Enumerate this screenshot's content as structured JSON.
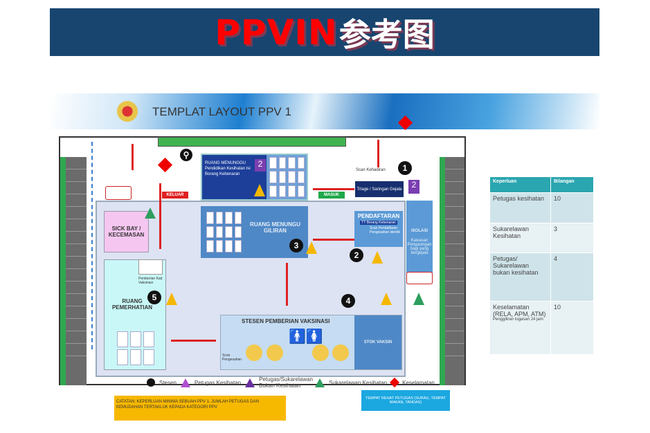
{
  "banner": {
    "title_latin": "PPVIN",
    "title_cn": "参考图"
  },
  "layout": {
    "title": "TEMPLAT LAYOUT PPV 1",
    "rooms": {
      "waiting_1": "RUANG MENUNGGU Pendidikan Kesihatan Isi Borang Kebenaran",
      "triage": "Triage / Saringan Gejala",
      "scan_attendance": "Scan Kehadiran",
      "masuk": "MASUK",
      "keluar": "KELUAR",
      "registration": "PENDAFTARAN",
      "registration_sub": "TT Borang Kebenaran",
      "registration_scan": "Scan Pendaftaran Pengesahan identiti",
      "isolation": "ISOLASI",
      "isolation_sub": "Kawasan Pengasingan bagi yang bergejala",
      "sick_bay": "SICK BAY / KECEMASAN",
      "waiting_turn": "RUANG MENUNGU GILIRAN",
      "observation": "RUANG PEMERHATIAN",
      "vaccine_card": "Pemberian Kad Vaksinasi",
      "vaccination": "STESEN PEMBERIAN VAKSINASI",
      "scan_verify": "Scan Pengesahan",
      "stock": "STOK VAKSIN"
    },
    "station_numbers": [
      "1",
      "2",
      "3",
      "4",
      "5"
    ],
    "badge_2": "2",
    "legend": [
      {
        "label": "Stesen",
        "shape": "circle",
        "color": "#111111"
      },
      {
        "label": "Petugas Kesihatan",
        "shape": "triangle",
        "color": "#b04fd0"
      },
      {
        "label": "Petugas/Sukarelawan Bukan Kesihatan",
        "shape": "triangle",
        "color": "#6a2fa0"
      },
      {
        "label": "Sukarelawan Kesihatan",
        "shape": "triangle",
        "color": "#2e9e5e"
      },
      {
        "label": "Keselamatan",
        "shape": "diamond",
        "color": "#e00000"
      }
    ],
    "note": "CATATAN: KEPERLUAN MINIMA SEBUAH PPV 1. JUMLAH PETUGAS DAN KEMUDAHAN TERTAKLUK KEPADA KATEGORI PPV",
    "rest_area": "TEMPAT REHAT PETUGAS (SURAU, TEMPAT MAKAN, TANDAS)"
  },
  "table": {
    "headers": [
      "Keperluan",
      "Bilangan"
    ],
    "rows": [
      {
        "need": "Petugas kesihatan",
        "count": "10"
      },
      {
        "need": "Sukarelawan Kesihatan",
        "count": "3"
      },
      {
        "need": "Petugas/ Sukarelawan bukan kesihatan",
        "count": "4"
      },
      {
        "need": "Keselamatan (RELA, APM, ATM)",
        "note": "Penggiliran tugasan 24 jam",
        "count": "10"
      }
    ]
  }
}
